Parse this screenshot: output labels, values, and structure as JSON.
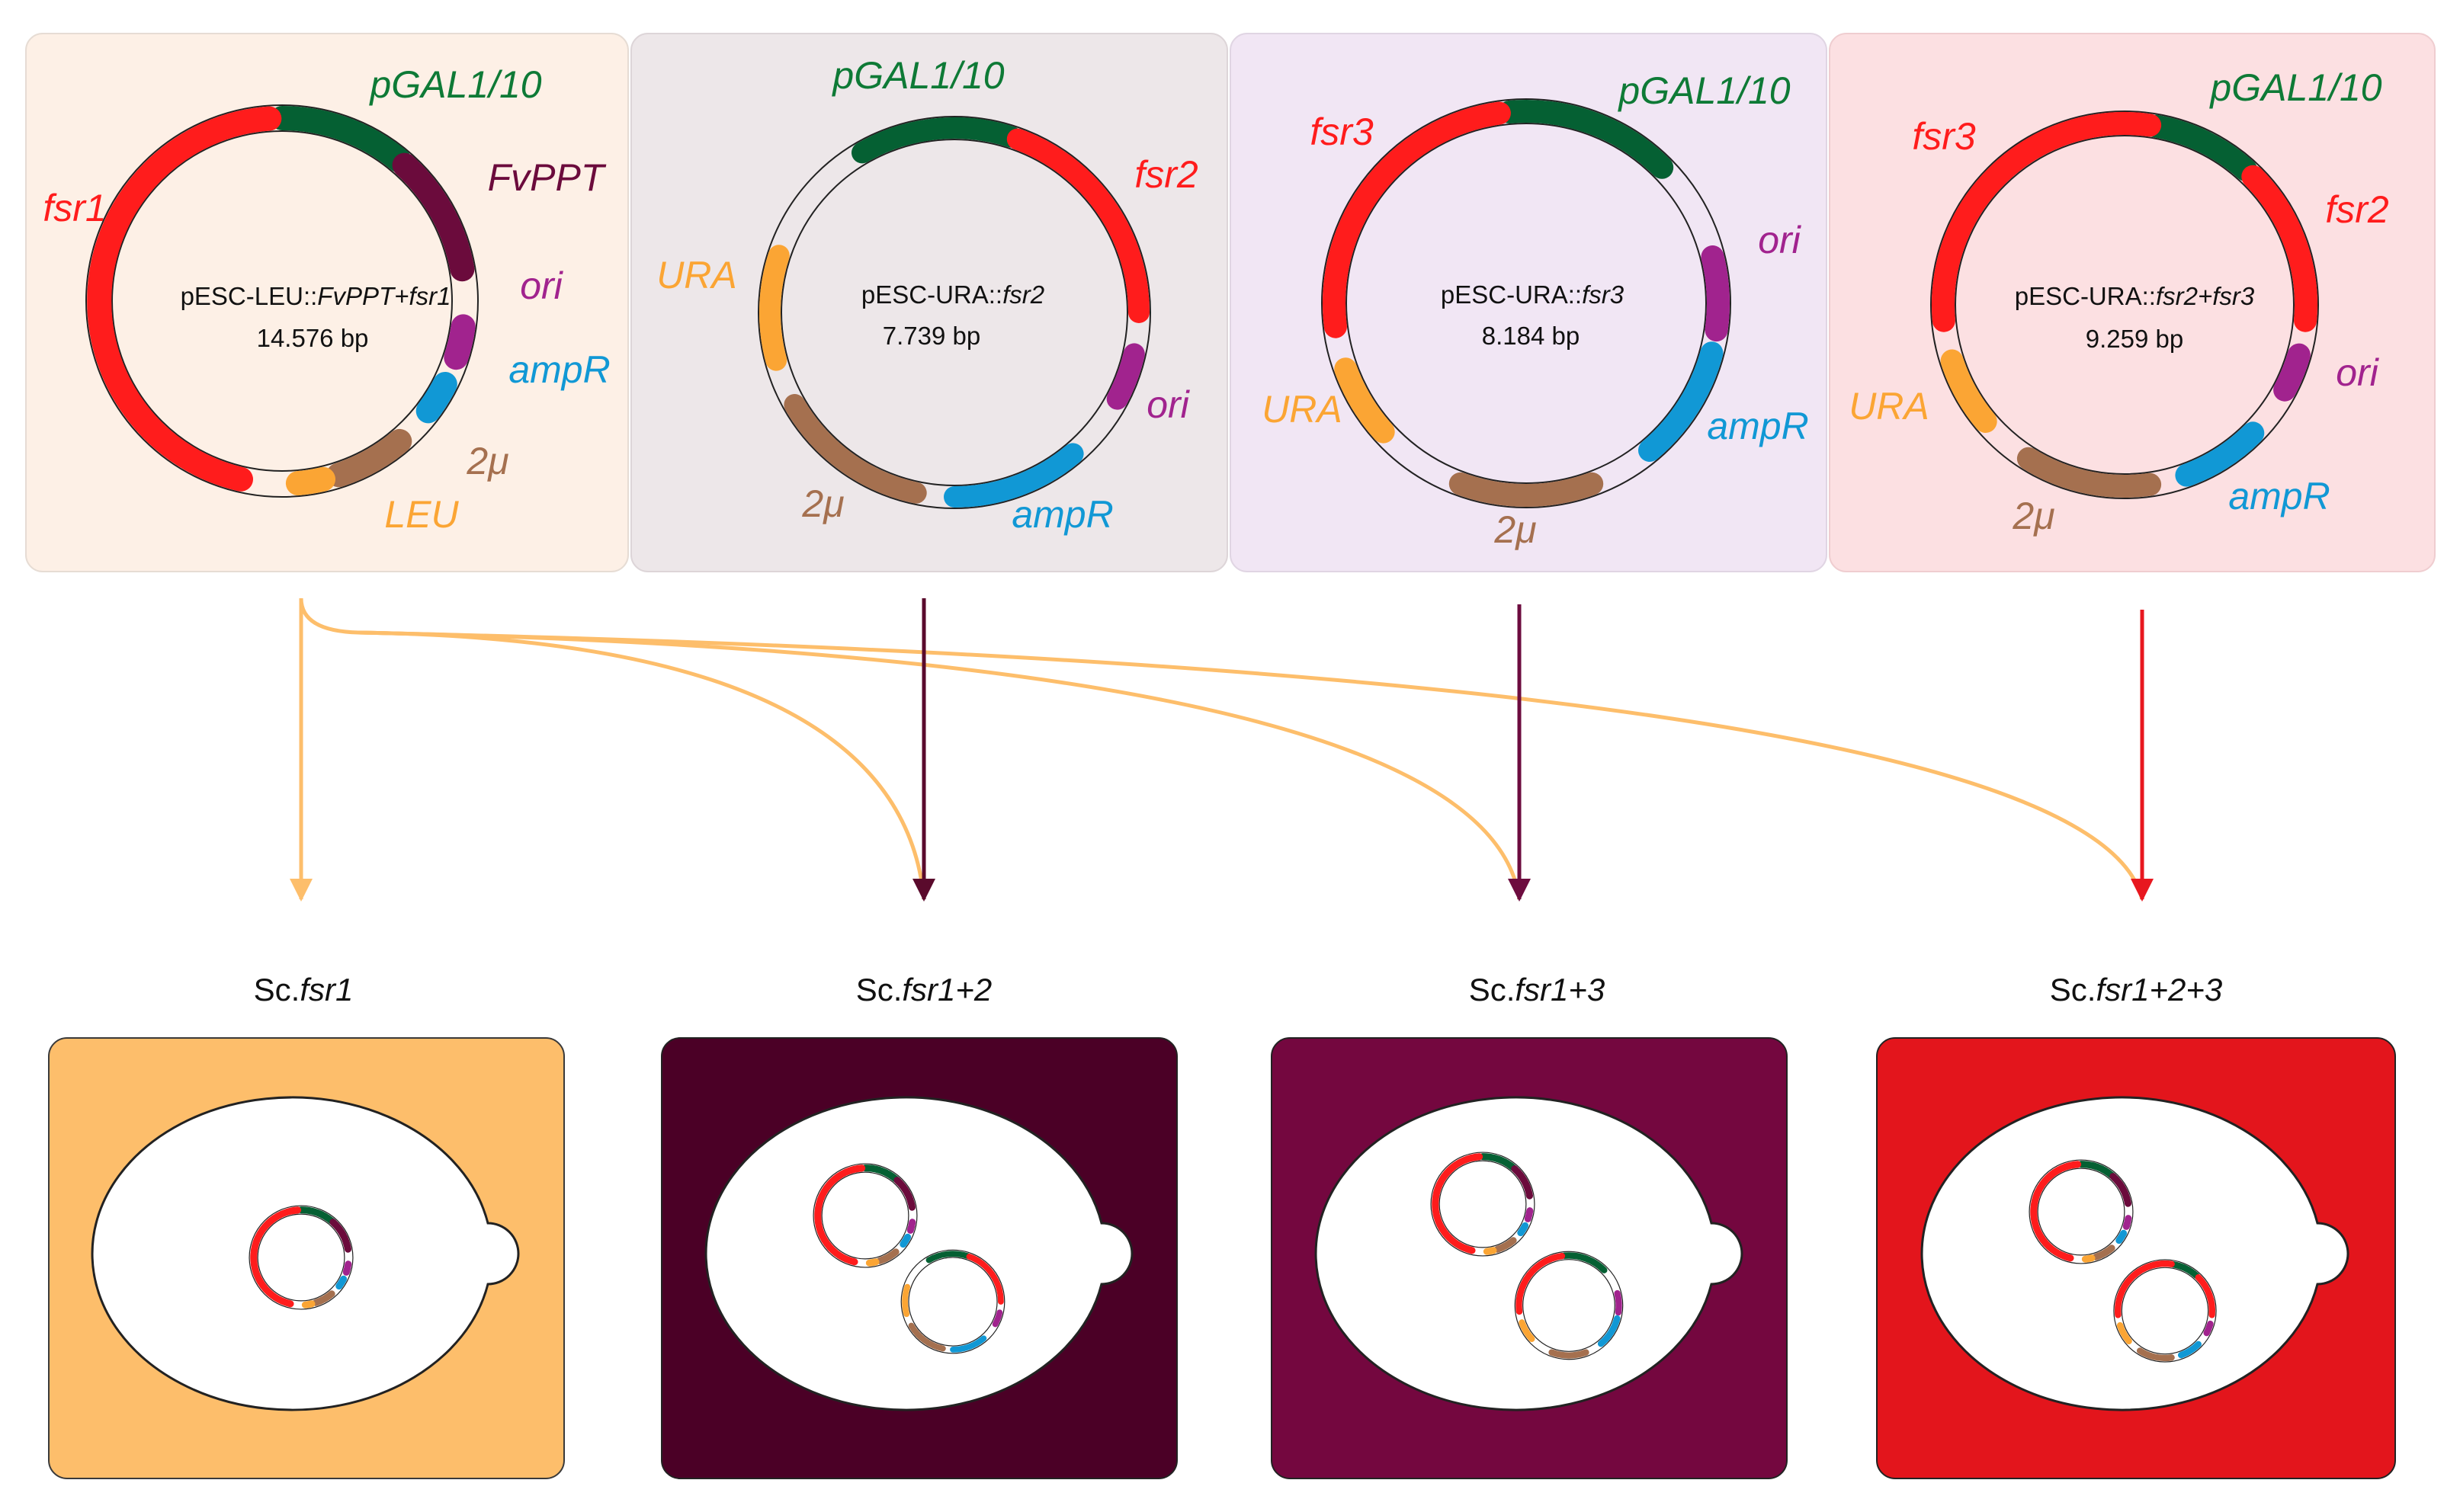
{
  "colors": {
    "fsr1": "#ff1c1c",
    "fsr2": "#ff1c1c",
    "fsr3": "#ff1c1c",
    "pGAL": "#056033",
    "FvPPT": "#6b0b3c",
    "ori": "#a1238e",
    "ampR": "#1198d5",
    "twomu": "#a5704f",
    "LEU": "#fba534",
    "URA": "#fba534",
    "arrow_leu": "#fdbe6b",
    "arrow_fsr2": "#5a0a2c",
    "arrow_fsr3": "#6d0c3f",
    "arrow_fsr23": "#e8171f"
  },
  "plasmids": [
    {
      "name_prefix": "pESC-LEU::",
      "name_italic": "FvPPT+fsr1",
      "size": "14.576 bp",
      "panel_bg": "#fdf0e6",
      "labels": [
        {
          "text": "pGAL1/10",
          "color": "#0e7a36"
        },
        {
          "text": "FvPPT",
          "color": "#6b0b3c"
        },
        {
          "text": "fsr1",
          "color": "#ff1c1c"
        },
        {
          "text": "ori",
          "color": "#a1238e"
        },
        {
          "text": "ampR",
          "color": "#1198d5"
        },
        {
          "text": "2μ",
          "color": "#a5704f"
        },
        {
          "text": "LEU",
          "color": "#fba534"
        }
      ]
    },
    {
      "name_prefix": "pESC-URA::",
      "name_italic": "fsr2",
      "size": "7.739 bp",
      "panel_bg": "#ede7e9",
      "labels": [
        {
          "text": "pGAL1/10",
          "color": "#0e7a36"
        },
        {
          "text": "fsr2",
          "color": "#ff1c1c"
        },
        {
          "text": "URA",
          "color": "#fba534"
        },
        {
          "text": "ori",
          "color": "#a1238e"
        },
        {
          "text": "2μ",
          "color": "#a5704f"
        },
        {
          "text": "ampR",
          "color": "#1198d5"
        }
      ]
    },
    {
      "name_prefix": "pESC-URA::",
      "name_italic": "fsr3",
      "size": "8.184 bp",
      "panel_bg": "#f1e6f4",
      "labels": [
        {
          "text": "pGAL1/10",
          "color": "#0e7a36"
        },
        {
          "text": "fsr3",
          "color": "#ff1c1c"
        },
        {
          "text": "ori",
          "color": "#a1238e"
        },
        {
          "text": "URA",
          "color": "#fba534"
        },
        {
          "text": "ampR",
          "color": "#1198d5"
        },
        {
          "text": "2μ",
          "color": "#a5704f"
        }
      ]
    },
    {
      "name_prefix": "pESC-URA::",
      "name_italic": "fsr2+fsr3",
      "size": "9.259 bp",
      "panel_bg": "#fce0e2",
      "labels": [
        {
          "text": "pGAL1/10",
          "color": "#0e7a36"
        },
        {
          "text": "fsr3",
          "color": "#ff1c1c"
        },
        {
          "text": "fsr2",
          "color": "#ff1c1c"
        },
        {
          "text": "ori",
          "color": "#a1238e"
        },
        {
          "text": "URA",
          "color": "#fba534"
        },
        {
          "text": "2μ",
          "color": "#a5704f"
        },
        {
          "text": "ampR",
          "color": "#1198d5"
        }
      ]
    }
  ],
  "strains": [
    {
      "prefix": "Sc.",
      "italic": "fsr1",
      "bg": "#fdbe6b"
    },
    {
      "prefix": "Sc.",
      "italic": "fsr1+2",
      "bg": "#4b0026"
    },
    {
      "prefix": "Sc.",
      "italic": "fsr1+3",
      "bg": "#74073f"
    },
    {
      "prefix": "Sc.",
      "italic": "fsr1+2+3",
      "bg": "#e3151c"
    }
  ]
}
